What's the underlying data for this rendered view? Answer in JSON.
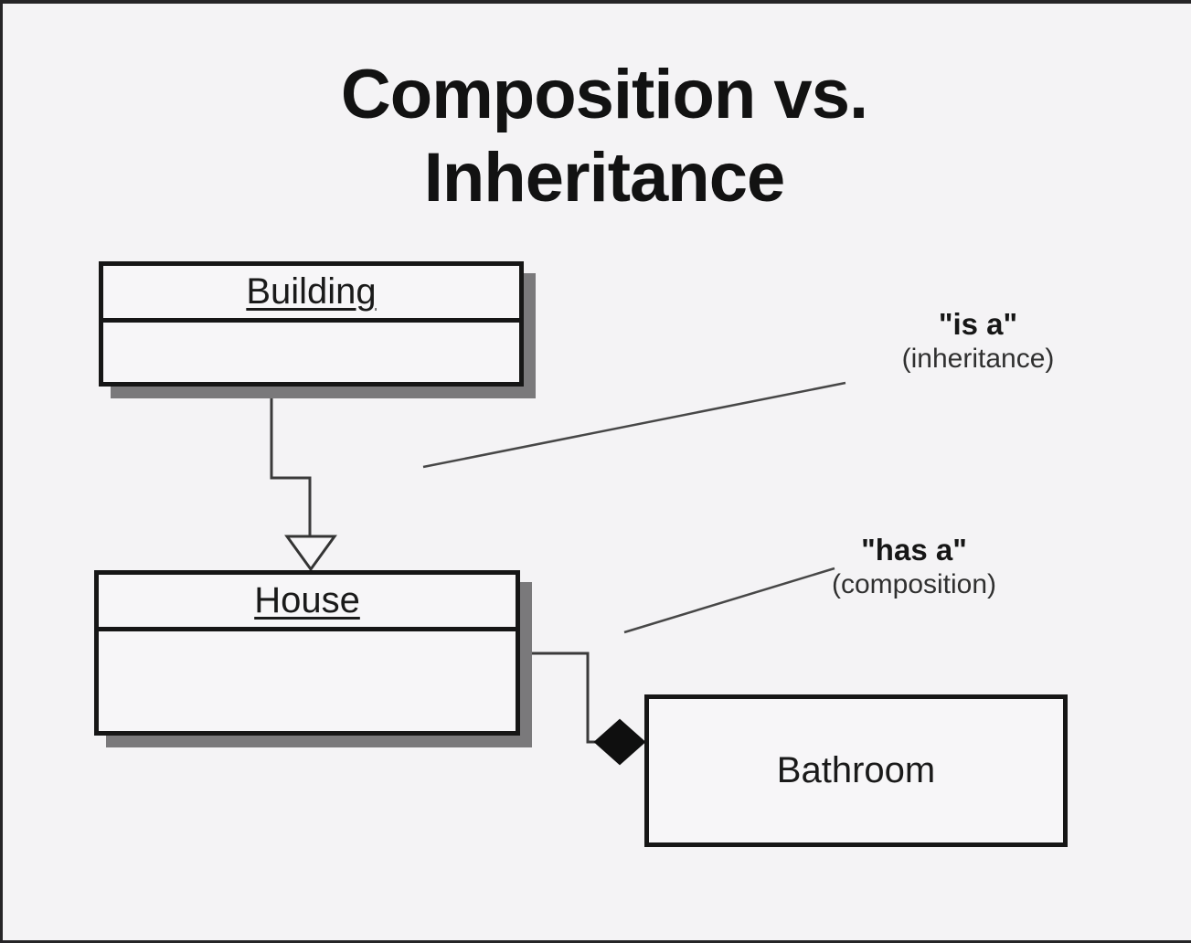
{
  "title": {
    "text": "Composition vs. Inheritance"
  },
  "uml": {
    "building": {
      "name": "Building",
      "attributes": ""
    },
    "house": {
      "name": "House",
      "attributes": ""
    },
    "bathroom": {
      "name": "Bathroom"
    }
  },
  "annotations": {
    "inheritance": {
      "term": "\"is a\"",
      "kind": "(inheritance)"
    },
    "composition": {
      "term": "\"has a\"",
      "kind": "(composition)"
    }
  },
  "icons": {
    "inheritance_arrow": "hollow-triangle-arrow-down",
    "composition_diamond": "filled-diamond"
  },
  "colors": {
    "background": "#f4f3f5",
    "box_fill": "#f7f6f8",
    "border": "#161616",
    "shadow": "#7a797b",
    "connector_line": "#3a3a3a",
    "diamond_fill": "#0f0f0f",
    "text": "#141414"
  }
}
